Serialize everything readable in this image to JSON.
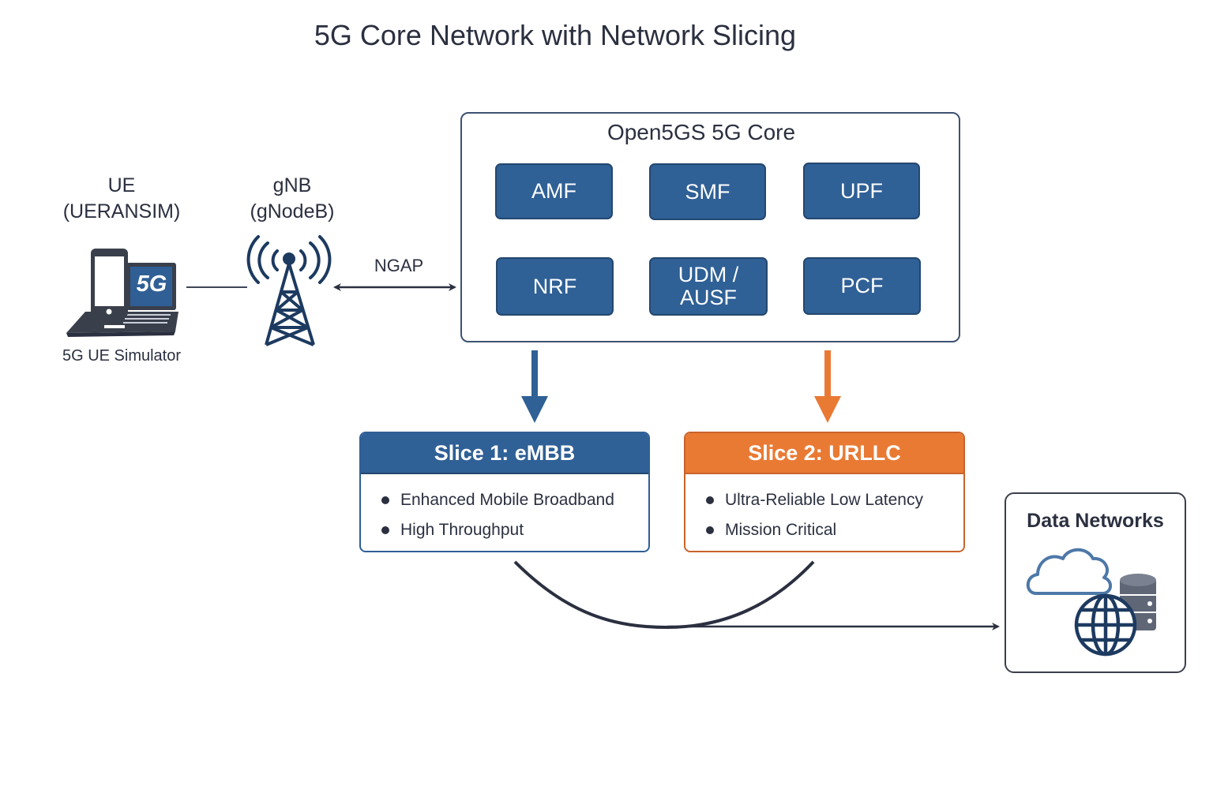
{
  "title": "5G Core Network with Network Slicing",
  "ue": {
    "name": "UE",
    "subtitle": "(UERANSIM)",
    "caption": "5G UE Simulator",
    "badge": "5G",
    "icon": "phone-laptop-icon"
  },
  "gnb": {
    "name": "gNB",
    "subtitle": "(gNodeB)",
    "icon": "radio-tower-icon"
  },
  "interface_label": "NGAP",
  "core": {
    "title": "Open5GS 5G Core",
    "functions": {
      "amf": "AMF",
      "smf": "SMF",
      "upf": "UPF",
      "nrf": "NRF",
      "udm_line1": "UDM /",
      "udm_line2": "AUSF",
      "pcf": "PCF"
    }
  },
  "slices": [
    {
      "title": "Slice 1: eMBB",
      "color": "#2f6096",
      "bullets": [
        "Enhanced Mobile Broadband",
        "High Throughput"
      ]
    },
    {
      "title": "Slice 2: URLLC",
      "color": "#e97a34",
      "bullets": [
        "Ultra-Reliable Low Latency",
        "Mission Critical"
      ]
    }
  ],
  "data_networks": {
    "title": "Data Networks",
    "icons": [
      "cloud-icon",
      "globe-icon",
      "database-icon"
    ]
  },
  "colors": {
    "primary_blue": "#2f6096",
    "accent_orange": "#e97a34",
    "dark_text": "#2b3040",
    "icon_navy": "#1d3a60"
  }
}
